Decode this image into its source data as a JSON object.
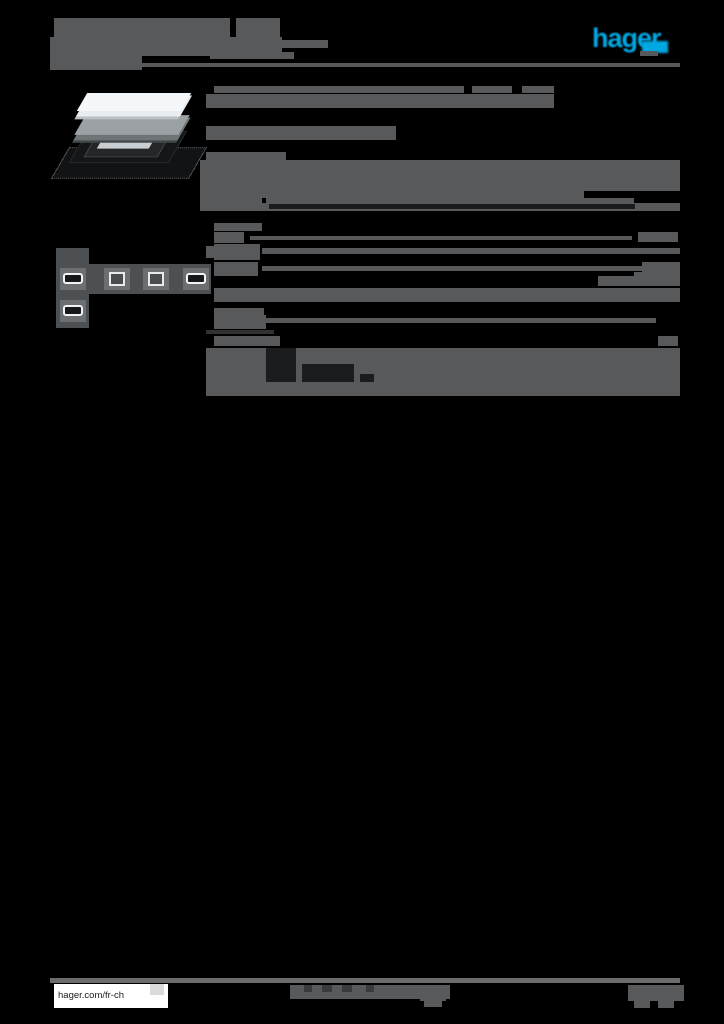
{
  "document": {
    "type": "product-datasheet",
    "brand": "hager",
    "page_background": "#000000",
    "redaction_color": "#58595a",
    "accent_color": "#00a7e1"
  },
  "header": {
    "title_line_1": "",
    "title_line_2": "",
    "title_line_3": "",
    "subtitle_line_1": "",
    "subtitle_line_2": "",
    "logo_text": "hager",
    "rule_color": "#58595a"
  },
  "hero": {
    "alt_name": "exploded-view-floor-box-assembly",
    "layers": [
      {
        "name": "top-cover-plate",
        "color": "#f5f8fa"
      },
      {
        "name": "intermediate-frame",
        "color": "#9aa0a4"
      },
      {
        "name": "body-frame",
        "color": "#141618"
      },
      {
        "name": "mounting-base-plate",
        "color": "#111315"
      }
    ]
  },
  "variants": {
    "label": "",
    "items": [
      {
        "name": "variant-icon-pill-left",
        "glyph": "pill"
      },
      {
        "name": "variant-icon-square-1",
        "glyph": "square"
      },
      {
        "name": "variant-icon-square-2",
        "glyph": "square"
      },
      {
        "name": "variant-icon-pill-right",
        "glyph": "pill"
      },
      {
        "name": "variant-icon-pill-bottom",
        "glyph": "pill"
      }
    ]
  },
  "spec": {
    "rows": [
      {
        "label": "",
        "value": ""
      },
      {
        "label": "",
        "value": ""
      },
      {
        "label": "",
        "value": ""
      },
      {
        "label": "",
        "value": ""
      },
      {
        "label": "",
        "value": ""
      },
      {
        "label": "",
        "value": ""
      },
      {
        "label": "",
        "value": ""
      },
      {
        "label": "",
        "value": ""
      },
      {
        "label": "",
        "value": ""
      },
      {
        "label": "",
        "value": ""
      },
      {
        "label": "",
        "value": ""
      },
      {
        "label": "",
        "value": ""
      }
    ]
  },
  "footer": {
    "url": "hager.com/fr-ch",
    "center_note": "",
    "page_number": ""
  }
}
